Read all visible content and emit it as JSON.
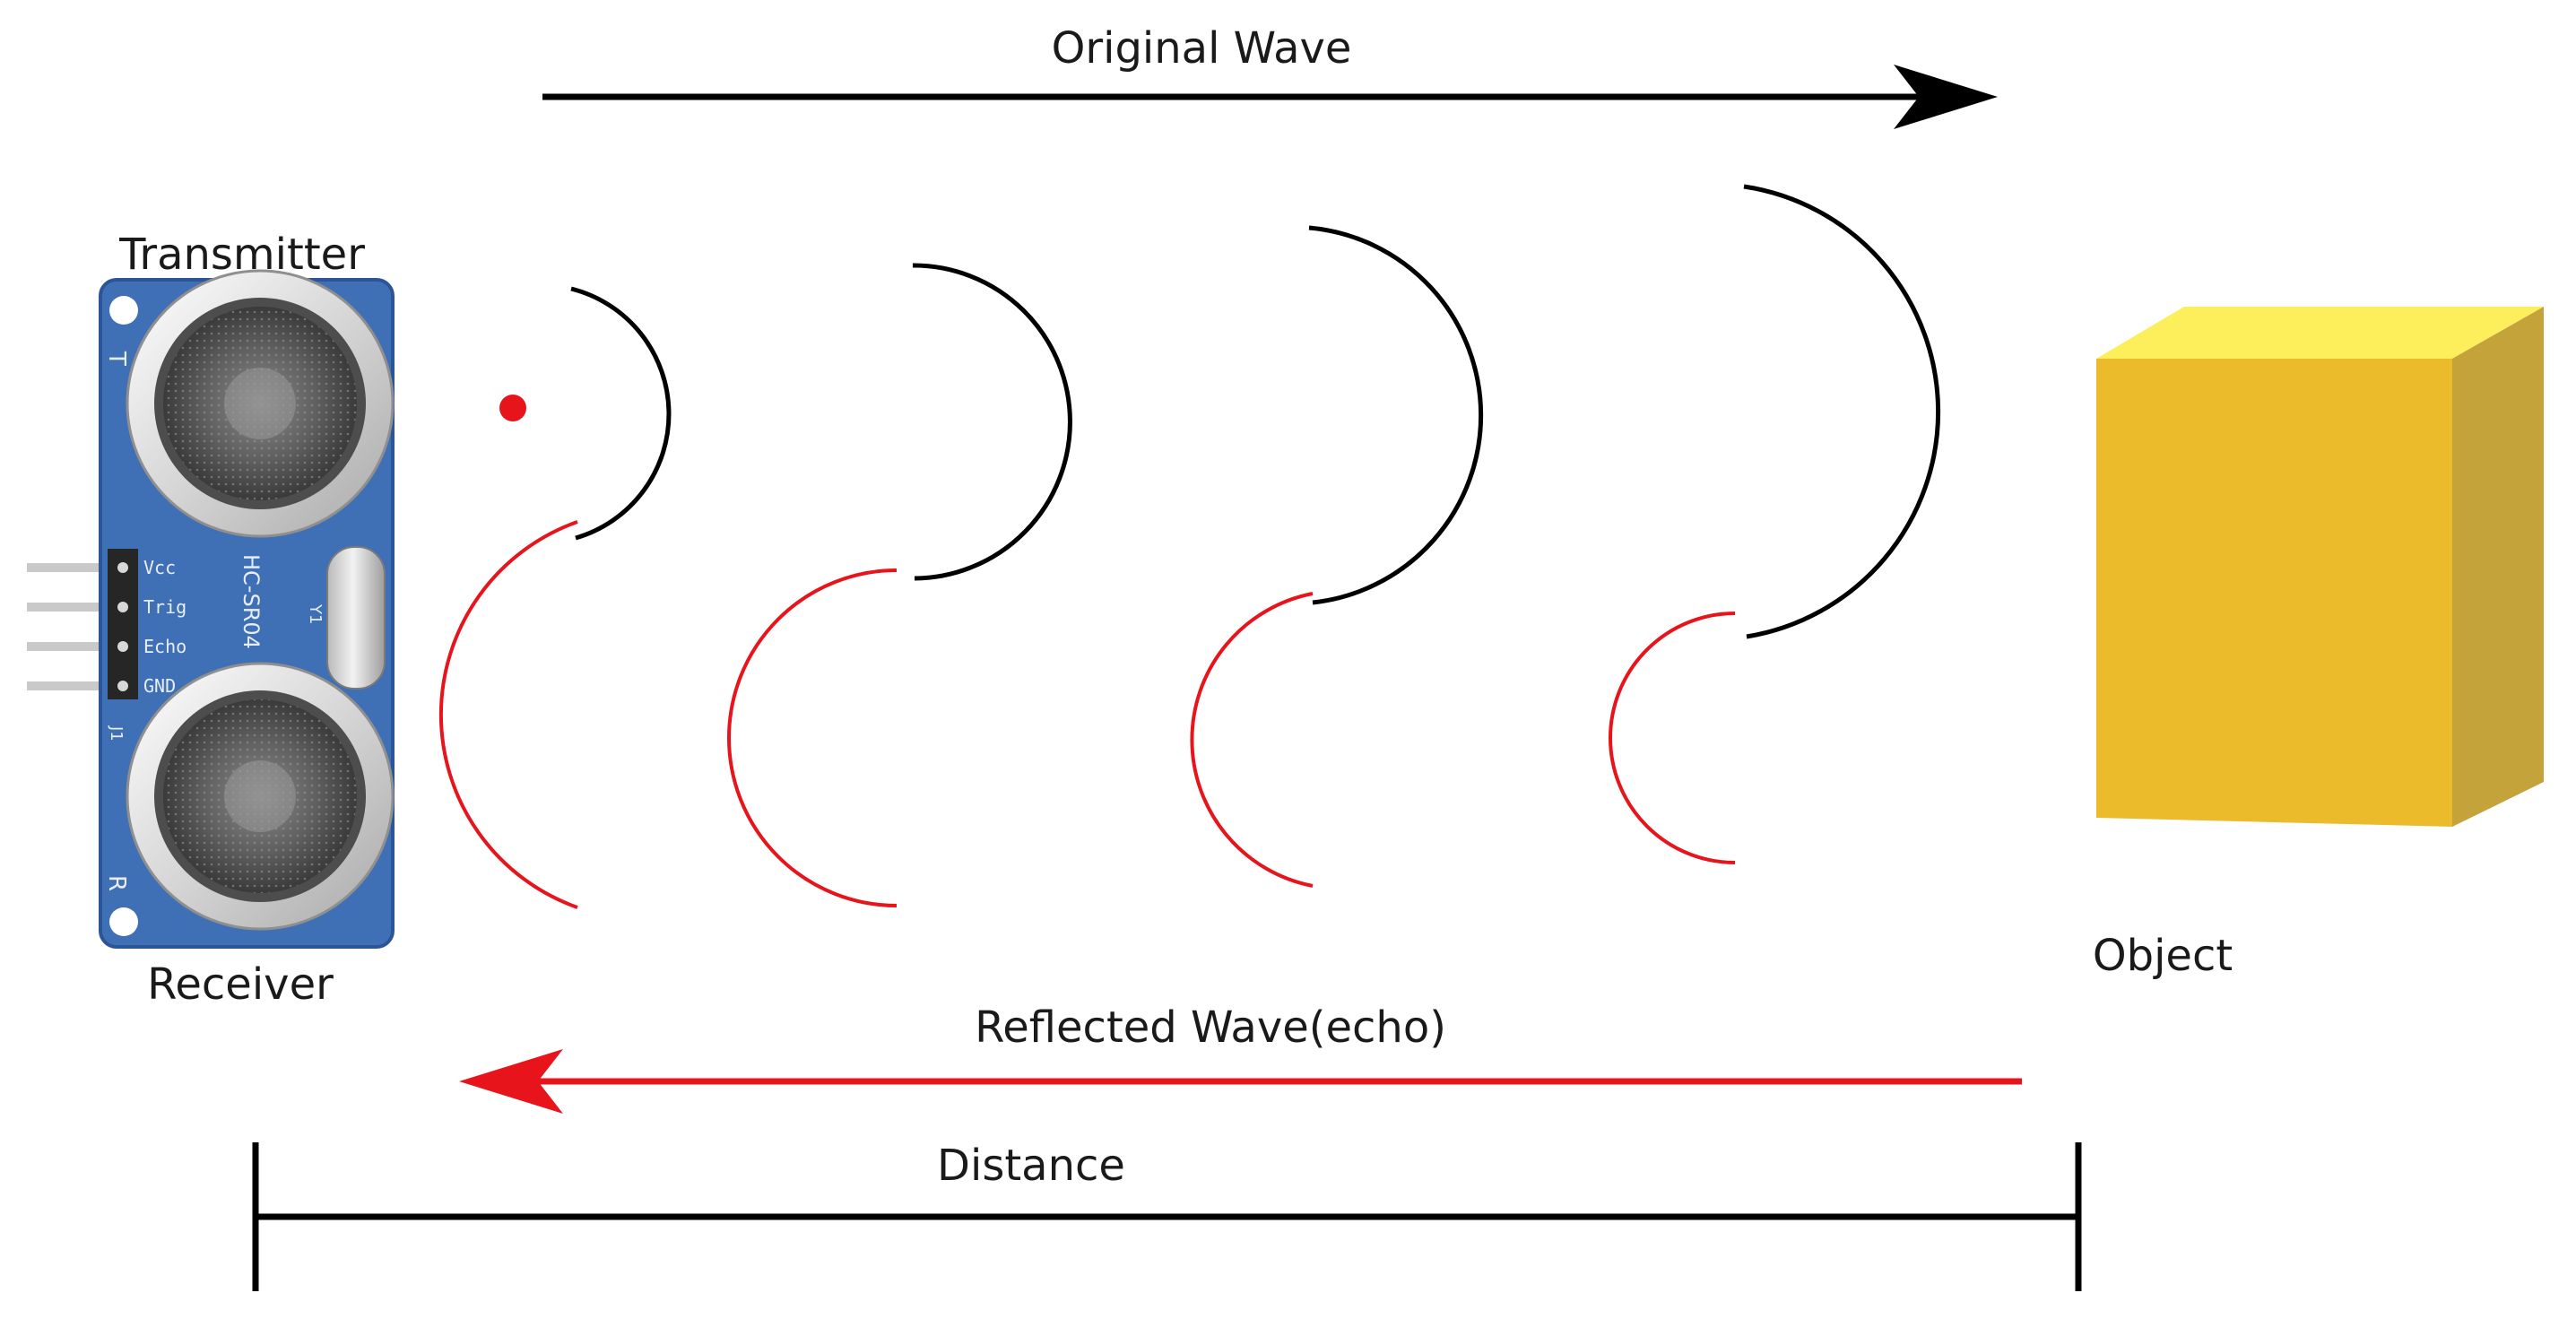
{
  "labels": {
    "original_wave": "Original Wave",
    "transmitter": "Transmitter",
    "receiver": "Receiver",
    "object": "Object",
    "reflected_wave": "Reflected Wave(echo)",
    "distance": "Distance"
  },
  "sensor": {
    "model": "HC-SR04",
    "pins": [
      "Vcc",
      "Trig",
      "Echo",
      "GND"
    ],
    "transmitter_mark": "T",
    "receiver_mark": "R",
    "crystal_mark": "Y1",
    "connector_mark": "J1"
  },
  "colors": {
    "original_wave": "#000000",
    "reflected_wave": "#e8141c",
    "sensor_board": "#3f6fb5",
    "object_front": "#ebbb2c",
    "object_top": "#fdef5c",
    "object_side": "#c3a33a",
    "distance_line": "#000000"
  }
}
